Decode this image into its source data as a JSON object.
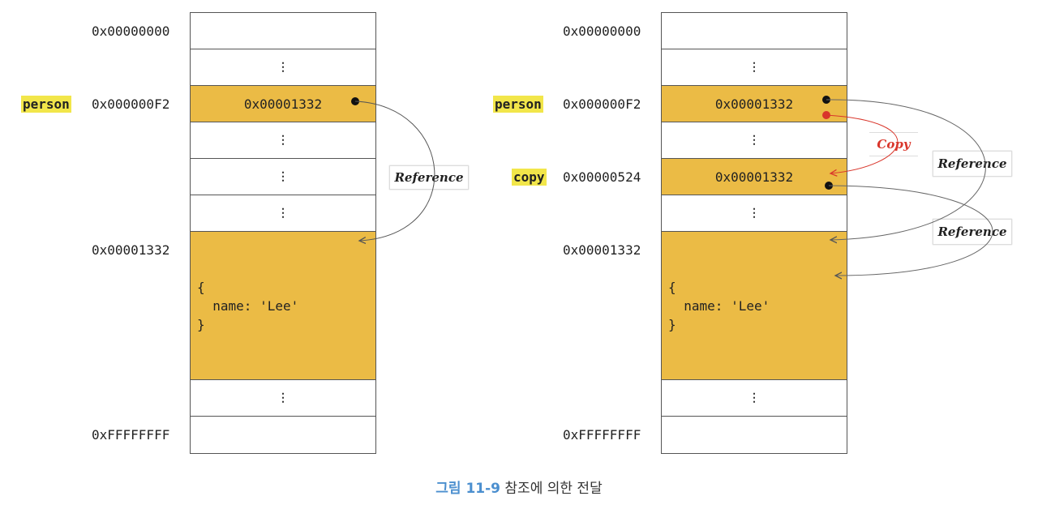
{
  "left": {
    "addresses": [
      "0x00000000",
      "0x000000F2",
      "0x00001332",
      "0xFFFFFFFF"
    ],
    "variable": "person",
    "cell_value": "0x00001332",
    "dots": "⋮",
    "object_lines": "{\n  name: 'Lee'\n}",
    "reference_label": "Reference"
  },
  "right": {
    "addresses": [
      "0x00000000",
      "0x000000F2",
      "0x00000524",
      "0x00001332",
      "0xFFFFFFFF"
    ],
    "variables": [
      "person",
      "copy"
    ],
    "person_value": "0x00001332",
    "copy_value": "0x00001332",
    "dots": "⋮",
    "object_lines": "{\n  name: 'Lee'\n}",
    "copy_label": "Copy",
    "reference_label_1": "Reference",
    "reference_label_2": "Reference"
  },
  "caption": {
    "number": "그림 11-9",
    "text": "참조에 의한 전달"
  },
  "colors": {
    "cell_fill": "#ebbb45",
    "var_highlight": "#f2e64a",
    "copy_arrow": "#d9362b",
    "caption_number": "#4b8fcf"
  }
}
